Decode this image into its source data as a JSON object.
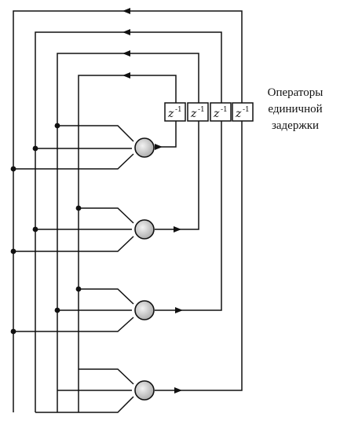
{
  "caption": {
    "line1": "Операторы",
    "line2": "единичной",
    "line3": "задержки"
  },
  "delay_operator": {
    "symbol": "z",
    "exponent": "-1",
    "count": 4
  },
  "neurons": {
    "count": 4
  },
  "colors": {
    "stroke": "#111111",
    "neuron_fill": "#d6d6d6",
    "background": "#ffffff"
  }
}
